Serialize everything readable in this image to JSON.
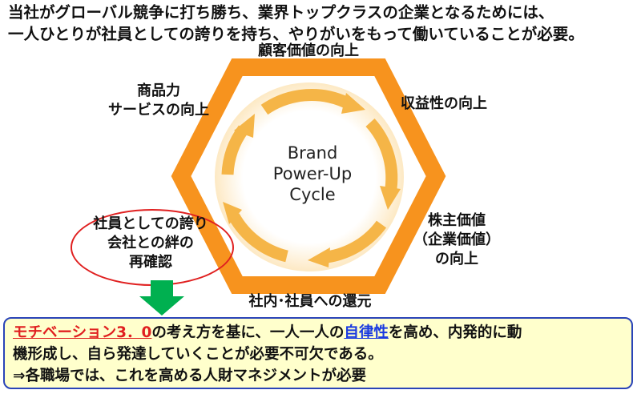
{
  "header": {
    "line1": "当社がグローバル競争に打ち勝ち、業界トップクラスの企業となるためには、",
    "line2": "一人ひとりが社員としての誇りを持ち、やりがいをもって働いていることが必要。"
  },
  "cycle": {
    "center": [
      "Brand",
      "Power-Up",
      "Cycle"
    ],
    "top": "顧客価値の向上",
    "upper_right": "収益性の向上",
    "lower_right": [
      "株主価値",
      "（企業価値）",
      "の向上"
    ],
    "bottom": "社内･社員への還元",
    "lower_left": [
      "社員としての誇り",
      "会社との絆の",
      "再確認"
    ],
    "upper_left": [
      "商品力",
      "サービスの向上"
    ]
  },
  "colors": {
    "hexagon": "#f7931e",
    "cycle_arrow": "#f5b547",
    "ellipse": "#e02020",
    "down_arrow": "#00b050",
    "box_border": "#2a44b8",
    "box_fill": "#ffffcc"
  },
  "infobox": {
    "highlight_red": "モチベーション3．0",
    "line1_a": "の考え方を基に、一人一人の",
    "highlight_blue": "自律性",
    "line1_b": "を高め、内発的に動",
    "line2": "機形成し、自ら発達していくことが必要不可欠である。",
    "line3": "⇒各職場では、これを高める人財マネジメントが必要"
  }
}
